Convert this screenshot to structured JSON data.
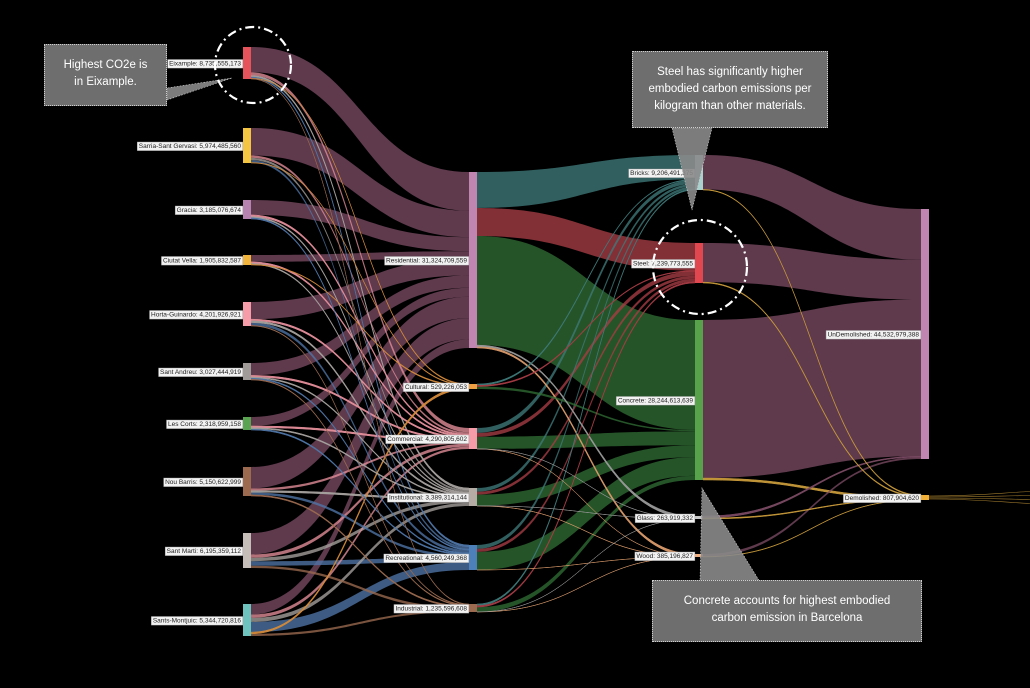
{
  "chart_data": {
    "type": "sankey",
    "title": "",
    "colors": {
      "neighbourhood_link": "#7a4a63",
      "residential": "#c085b0",
      "bricks": "#a9d2cf",
      "bricks_link": "#3f7a7a",
      "steel": "#e0474f",
      "steel_link": "#a83c45",
      "concrete": "#58a24c",
      "concrete_link": "#2f6b33",
      "undemolished": "#c085b0",
      "demolished": "#f2b038"
    },
    "nodes": [
      {
        "id": "eixample",
        "label": "Eixample: 8,735,555,173",
        "value": 8735555173,
        "column": 0,
        "color": "#e6535a"
      },
      {
        "id": "sarria",
        "label": "Sarria-Sant Gervasi: 5,974,485,560",
        "value": 5974485560,
        "column": 0,
        "color": "#f4c542"
      },
      {
        "id": "gracia",
        "label": "Gracia: 3,185,076,674",
        "value": 3185076674,
        "column": 0,
        "color": "#b682b0"
      },
      {
        "id": "ciutat",
        "label": "Ciutat Vella: 1,905,832,587",
        "value": 1905832587,
        "column": 0,
        "color": "#f0b33c"
      },
      {
        "id": "horta",
        "label": "Horta-Guinardo: 4,201,926,921",
        "value": 4201926921,
        "column": 0,
        "color": "#f59ca8"
      },
      {
        "id": "andreu",
        "label": "Sant Andreu: 3,027,444,919",
        "value": 3027444919,
        "column": 0,
        "color": "#a09a98"
      },
      {
        "id": "corts",
        "label": "Les Corts: 2,318,959,158",
        "value": 2318959158,
        "column": 0,
        "color": "#5aa350"
      },
      {
        "id": "nou",
        "label": "Nou Barris: 5,150,622,999",
        "value": 5150622999,
        "column": 0,
        "color": "#9b6a4f"
      },
      {
        "id": "marti",
        "label": "Sant Marti: 6,195,359,112",
        "value": 6195359112,
        "column": 0,
        "color": "#c4bdb8"
      },
      {
        "id": "sants",
        "label": "Sants-Montjuic: 5,344,720,816",
        "value": 5344720816,
        "column": 0,
        "color": "#6fc3be"
      },
      {
        "id": "residential",
        "label": "Residential: 31,324,709,559",
        "value": 31324709559,
        "column": 1,
        "color": "#c085b0"
      },
      {
        "id": "cultural",
        "label": "Cultural: 529,226,053",
        "value": 529226053,
        "column": 1,
        "color": "#f0a040"
      },
      {
        "id": "commercial",
        "label": "Commercial: 4,290,805,602",
        "value": 4290805602,
        "column": 1,
        "color": "#f59ca8"
      },
      {
        "id": "institutional",
        "label": "Institutional: 3,389,314,144",
        "value": 3389314144,
        "column": 1,
        "color": "#b5aca6"
      },
      {
        "id": "recreational",
        "label": "Recreational: 4,560,249,368",
        "value": 4560249368,
        "column": 1,
        "color": "#4d7fb8"
      },
      {
        "id": "industrial",
        "label": "Industrial: 1,235,596,608",
        "value": 1235596608,
        "column": 1,
        "color": "#9b6a4f"
      },
      {
        "id": "bricks",
        "label": "Bricks: 9,206,491,375",
        "value": 9206491375,
        "column": 2,
        "color": "#a9d2cf"
      },
      {
        "id": "steel",
        "label": "Steel: 7,239,773,555",
        "value": 7239773555,
        "column": 2,
        "color": "#e0474f"
      },
      {
        "id": "concrete",
        "label": "Concrete: 28,244,613,639",
        "value": 28244613639,
        "column": 2,
        "color": "#58a24c"
      },
      {
        "id": "glass",
        "label": "Glass: 263,919,332",
        "value": 263919332,
        "column": 2,
        "color": "#c7c7c7"
      },
      {
        "id": "wood",
        "label": "Wood: 385,196,827",
        "value": 385196827,
        "column": 2,
        "color": "#f2b080"
      },
      {
        "id": "undemolished",
        "label": "UnDemolished: 44,532,979,388",
        "value": 44532979388,
        "column": 3,
        "color": "#c085b0"
      },
      {
        "id": "demolished",
        "label": "Demolished: 807,904,620",
        "value": 807904620,
        "column": 3,
        "color": "#f2b038"
      }
    ],
    "links": [
      {
        "source": "eixample",
        "target": "residential",
        "value": 6900000000
      },
      {
        "source": "eixample",
        "target": "commercial",
        "value": 900000000
      },
      {
        "source": "eixample",
        "target": "institutional",
        "value": 400000000
      },
      {
        "source": "eixample",
        "target": "recreational",
        "value": 335555173
      },
      {
        "source": "eixample",
        "target": "cultural",
        "value": 100000000
      },
      {
        "source": "eixample",
        "target": "industrial",
        "value": 100000000
      },
      {
        "source": "sarria",
        "target": "residential",
        "value": 4700000000
      },
      {
        "source": "sarria",
        "target": "commercial",
        "value": 400000000
      },
      {
        "source": "sarria",
        "target": "institutional",
        "value": 400000000
      },
      {
        "source": "sarria",
        "target": "recreational",
        "value": 400000000
      },
      {
        "source": "sarria",
        "target": "cultural",
        "value": 74485560
      },
      {
        "source": "gracia",
        "target": "residential",
        "value": 2500000000
      },
      {
        "source": "gracia",
        "target": "commercial",
        "value": 300000000
      },
      {
        "source": "gracia",
        "target": "institutional",
        "value": 200000000
      },
      {
        "source": "gracia",
        "target": "recreational",
        "value": 185076674
      },
      {
        "source": "ciutat",
        "target": "residential",
        "value": 1300000000
      },
      {
        "source": "ciutat",
        "target": "commercial",
        "value": 300000000
      },
      {
        "source": "ciutat",
        "target": "institutional",
        "value": 200000000
      },
      {
        "source": "ciutat",
        "target": "cultural",
        "value": 105832587
      },
      {
        "source": "horta",
        "target": "residential",
        "value": 3000000000
      },
      {
        "source": "horta",
        "target": "commercial",
        "value": 300000000
      },
      {
        "source": "horta",
        "target": "institutional",
        "value": 300000000
      },
      {
        "source": "horta",
        "target": "recreational",
        "value": 501926921
      },
      {
        "source": "horta",
        "target": "industrial",
        "value": 100000000
      },
      {
        "source": "andreu",
        "target": "residential",
        "value": 2200000000
      },
      {
        "source": "andreu",
        "target": "commercial",
        "value": 300000000
      },
      {
        "source": "andreu",
        "target": "institutional",
        "value": 200000000
      },
      {
        "source": "andreu",
        "target": "recreational",
        "value": 200000000
      },
      {
        "source": "andreu",
        "target": "industrial",
        "value": 127444919
      },
      {
        "source": "corts",
        "target": "residential",
        "value": 1600000000
      },
      {
        "source": "corts",
        "target": "commercial",
        "value": 300000000
      },
      {
        "source": "corts",
        "target": "institutional",
        "value": 200000000
      },
      {
        "source": "corts",
        "target": "recreational",
        "value": 218959158
      },
      {
        "source": "nou",
        "target": "residential",
        "value": 3800000000
      },
      {
        "source": "nou",
        "target": "commercial",
        "value": 400000000
      },
      {
        "source": "nou",
        "target": "institutional",
        "value": 300000000
      },
      {
        "source": "nou",
        "target": "recreational",
        "value": 450622999
      },
      {
        "source": "nou",
        "target": "industrial",
        "value": 200000000
      },
      {
        "source": "marti",
        "target": "residential",
        "value": 3800000000
      },
      {
        "source": "marti",
        "target": "commercial",
        "value": 600000000
      },
      {
        "source": "marti",
        "target": "institutional",
        "value": 600000000
      },
      {
        "source": "marti",
        "target": "recreational",
        "value": 800000000
      },
      {
        "source": "marti",
        "target": "industrial",
        "value": 395359112
      },
      {
        "source": "sants",
        "target": "residential",
        "value": 1524709559
      },
      {
        "source": "sants",
        "target": "commercial",
        "value": 490805602
      },
      {
        "source": "sants",
        "target": "institutional",
        "value": 589314144
      },
      {
        "source": "sants",
        "target": "recreational",
        "value": 1468108443
      },
      {
        "source": "sants",
        "target": "cultural",
        "value": 248907906
      },
      {
        "source": "sants",
        "target": "industrial",
        "value": 312792501
      },
      {
        "source": "residential",
        "target": "bricks",
        "value": 6400000000
      },
      {
        "source": "residential",
        "target": "steel",
        "value": 5000000000
      },
      {
        "source": "residential",
        "target": "concrete",
        "value": 19400000000
      },
      {
        "source": "residential",
        "target": "glass",
        "value": 224709559
      },
      {
        "source": "residential",
        "target": "wood",
        "value": 300000000
      },
      {
        "source": "cultural",
        "target": "bricks",
        "value": 150000000
      },
      {
        "source": "cultural",
        "target": "steel",
        "value": 120000000
      },
      {
        "source": "cultural",
        "target": "concrete",
        "value": 259226053
      },
      {
        "source": "commercial",
        "target": "bricks",
        "value": 1000000000
      },
      {
        "source": "commercial",
        "target": "steel",
        "value": 800000000
      },
      {
        "source": "commercial",
        "target": "concrete",
        "value": 2450000000
      },
      {
        "source": "commercial",
        "target": "glass",
        "value": 20000000
      },
      {
        "source": "commercial",
        "target": "wood",
        "value": 20805602
      },
      {
        "source": "institutional",
        "target": "bricks",
        "value": 700000000
      },
      {
        "source": "institutional",
        "target": "steel",
        "value": 550000000
      },
      {
        "source": "institutional",
        "target": "concrete",
        "value": 2100000000
      },
      {
        "source": "institutional",
        "target": "glass",
        "value": 10000000
      },
      {
        "source": "institutional",
        "target": "wood",
        "value": 29314144
      },
      {
        "source": "recreational",
        "target": "bricks",
        "value": 700000000
      },
      {
        "source": "recreational",
        "target": "steel",
        "value": 550000000
      },
      {
        "source": "recreational",
        "target": "concrete",
        "value": 3300000000
      },
      {
        "source": "recreational",
        "target": "wood",
        "value": 10249368
      },
      {
        "source": "industrial",
        "target": "bricks",
        "value": 256491375
      },
      {
        "source": "industrial",
        "target": "steel",
        "value": 219773555
      },
      {
        "source": "industrial",
        "target": "concrete",
        "value": 735387586
      },
      {
        "source": "industrial",
        "target": "glass",
        "value": 9209773
      },
      {
        "source": "industrial",
        "target": "wood",
        "value": 14734314
      },
      {
        "source": "bricks",
        "target": "undemolished",
        "value": 9050000000
      },
      {
        "source": "bricks",
        "target": "demolished",
        "value": 156491375
      },
      {
        "source": "steel",
        "target": "undemolished",
        "value": 7080000000
      },
      {
        "source": "steel",
        "target": "demolished",
        "value": 159773555
      },
      {
        "source": "concrete",
        "target": "undemolished",
        "value": 27900000000
      },
      {
        "source": "concrete",
        "target": "demolished",
        "value": 344613639
      },
      {
        "source": "glass",
        "target": "undemolished",
        "value": 173919332
      },
      {
        "source": "glass",
        "target": "demolished",
        "value": 90000000
      },
      {
        "source": "wood",
        "target": "undemolished",
        "value": 328170056
      },
      {
        "source": "wood",
        "target": "demolished",
        "value": 57026771
      }
    ],
    "annotations": [
      {
        "id": "eixample",
        "text_lines": [
          "Highest CO2e is",
          "in Eixample."
        ],
        "target": "eixample"
      },
      {
        "id": "steel",
        "text_lines": [
          "Steel has significantly higher",
          "embodied carbon emissions per",
          "kilogram than other materials."
        ],
        "target": "steel"
      },
      {
        "id": "concrete",
        "text_lines": [
          "Concrete accounts for highest embodied",
          "carbon emission in Barcelona"
        ],
        "target": "concrete"
      }
    ]
  }
}
